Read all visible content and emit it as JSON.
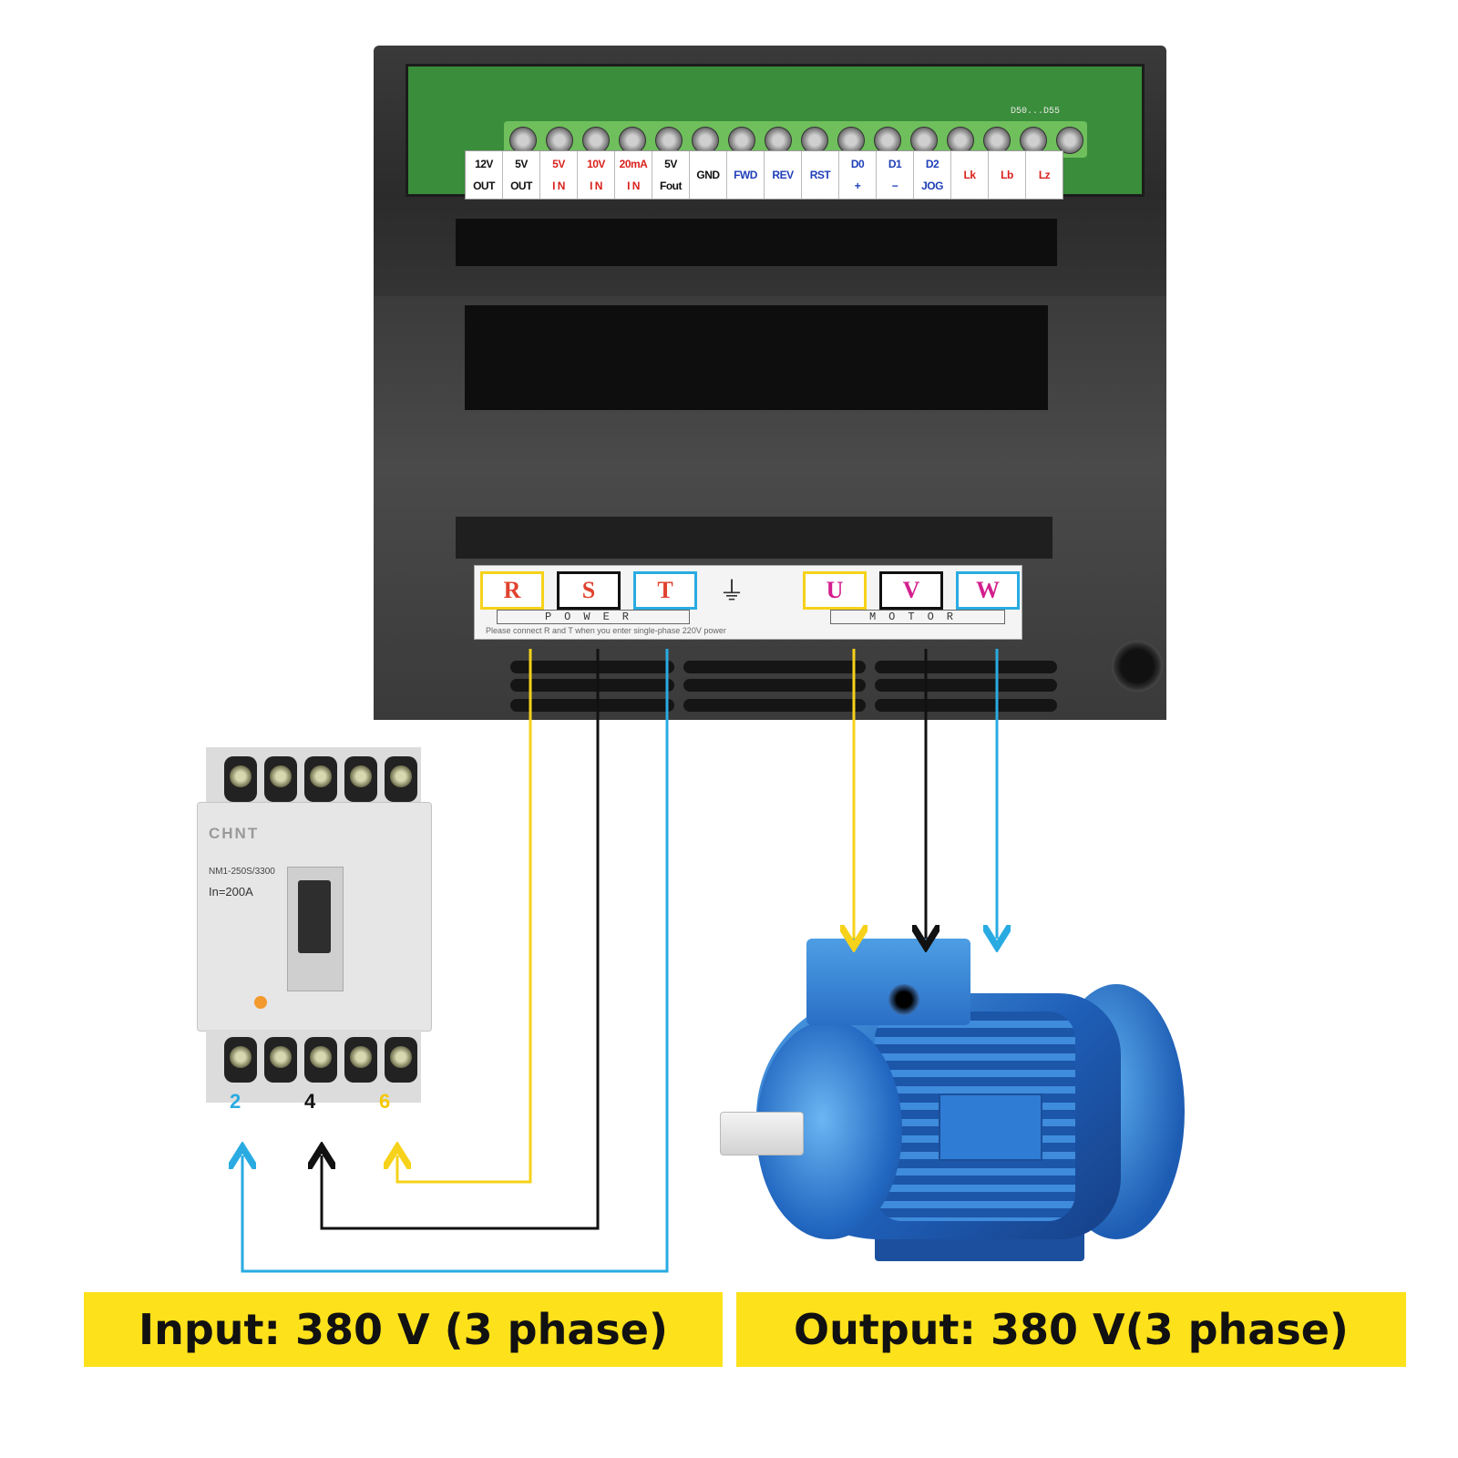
{
  "vfd": {
    "control_terminals": [
      {
        "top": "12V",
        "bottom": "OUT",
        "color": "#111111"
      },
      {
        "top": "5V",
        "bottom": "OUT",
        "color": "#111111"
      },
      {
        "top": "5V",
        "bottom": "I N",
        "color": "#d9211c"
      },
      {
        "top": "10V",
        "bottom": "I N",
        "color": "#d9211c"
      },
      {
        "top": "20mA",
        "bottom": "I N",
        "color": "#d9211c"
      },
      {
        "top": "5V",
        "bottom": "Fout",
        "color": "#111111"
      },
      {
        "top": "GND",
        "bottom": "",
        "color": "#111111"
      },
      {
        "top": "FWD",
        "bottom": "",
        "color": "#1f3fb8"
      },
      {
        "top": "REV",
        "bottom": "",
        "color": "#1f3fb8"
      },
      {
        "top": "RST",
        "bottom": "",
        "color": "#1f3fb8"
      },
      {
        "top": "D0",
        "bottom": "+",
        "color": "#1f3fb8"
      },
      {
        "top": "D1",
        "bottom": "−",
        "color": "#1f3fb8"
      },
      {
        "top": "D2",
        "bottom": "JOG",
        "color": "#1f3fb8"
      },
      {
        "top": "Lk",
        "bottom": "",
        "color": "#d9211c"
      },
      {
        "top": "Lb",
        "bottom": "",
        "color": "#d9211c"
      },
      {
        "top": "Lz",
        "bottom": "",
        "color": "#d9211c"
      }
    ],
    "power_terminals": {
      "R": "R",
      "S": "S",
      "T": "T",
      "ground_symbol": "⏚",
      "U": "U",
      "V": "V",
      "W": "W",
      "power_word": "POWER",
      "motor_word": "MOTOR",
      "note": "Please connect R and T when you enter single-phase 220V power"
    },
    "pcb_label": "D50...D55"
  },
  "breaker": {
    "brand": "CHNT",
    "model": "NM1-250S/3300",
    "rating": "In=200A",
    "output_terminals": [
      {
        "label": "2",
        "color": "#29abe2"
      },
      {
        "label": "4",
        "color": "#111111"
      },
      {
        "label": "6",
        "color": "#f6c800"
      }
    ]
  },
  "wire_colors": {
    "yellow": "#f6d21a",
    "black": "#111111",
    "blue": "#29abe2"
  },
  "captions": {
    "input": "Input:  380 V (3 phase)",
    "output": "Output:  380 V(3 phase)"
  },
  "colors": {
    "caption_bg": "#fde11b"
  }
}
